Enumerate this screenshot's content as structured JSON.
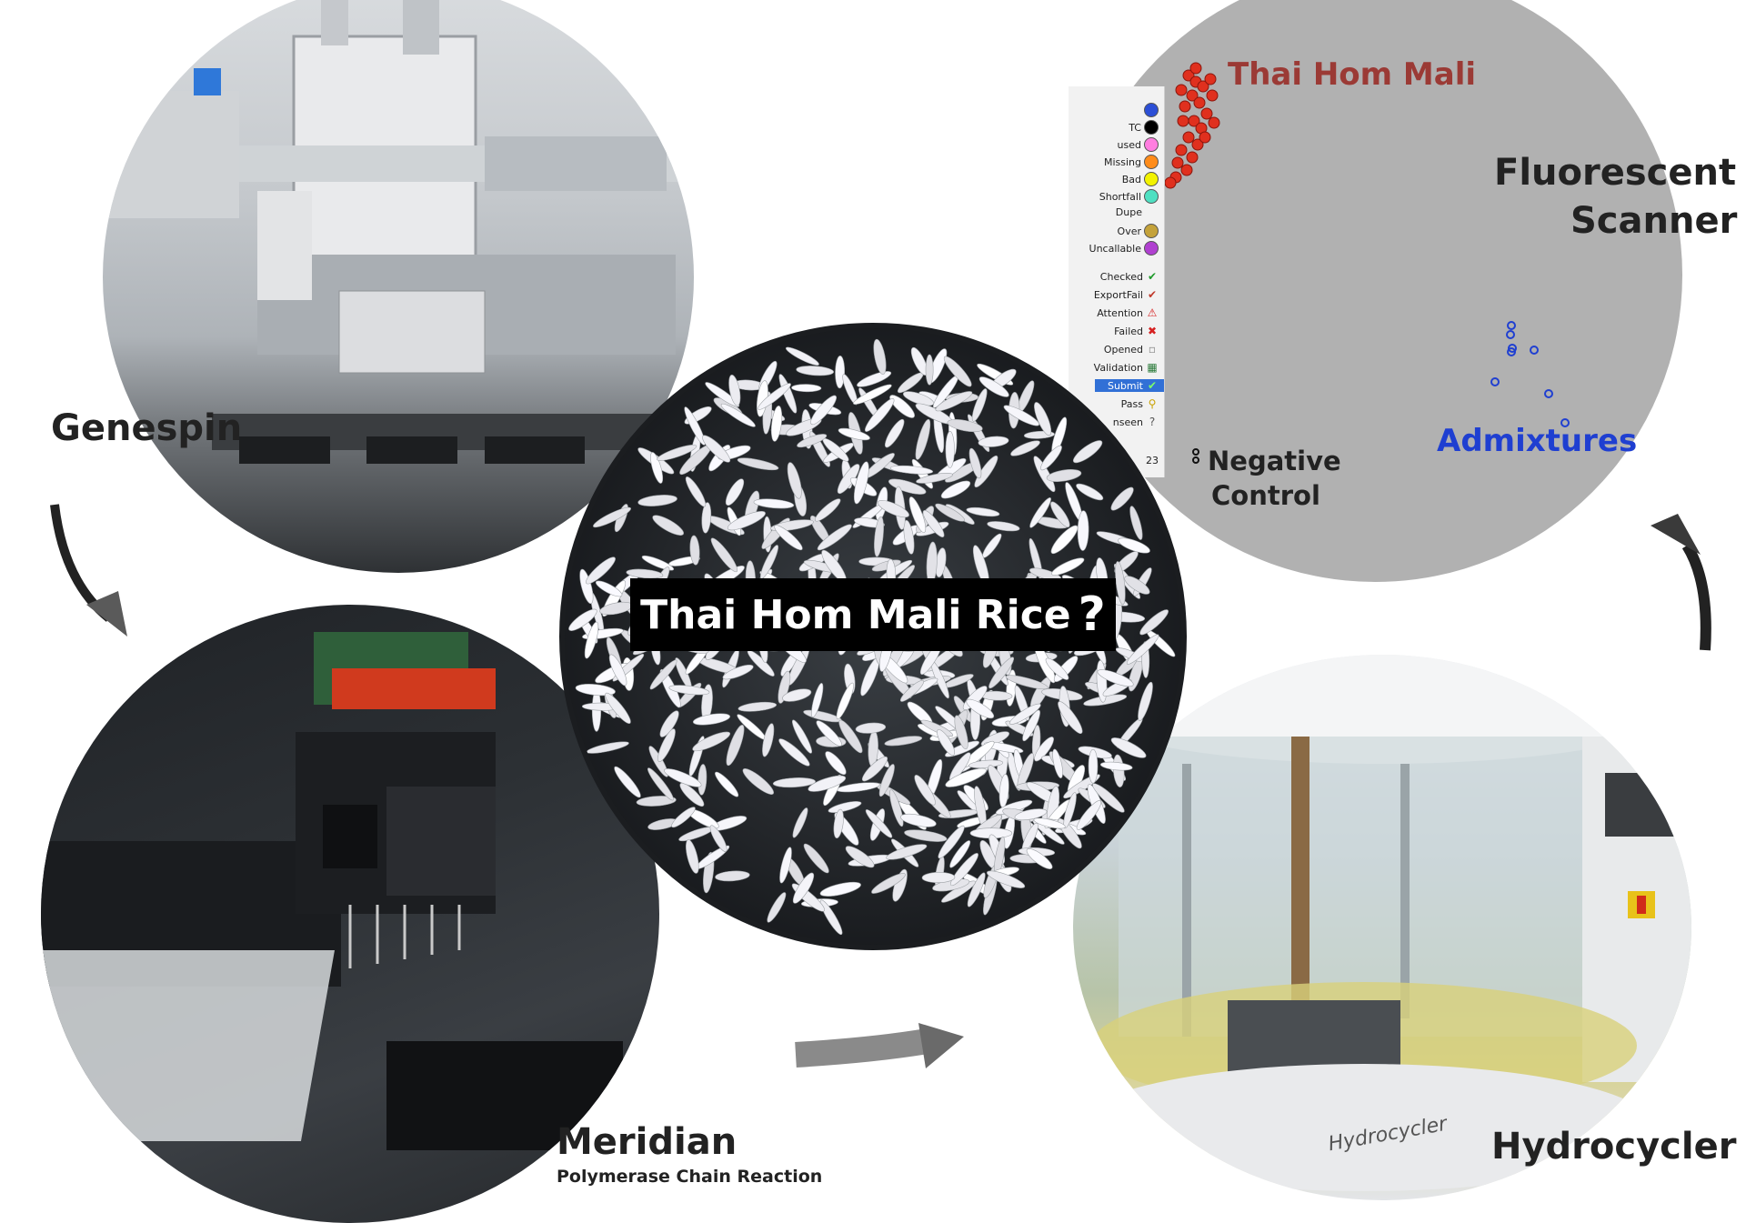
{
  "center": {
    "title": "Thai Hom Mali Rice",
    "question_mark": "?"
  },
  "stations": {
    "genespin": {
      "label": "Genespin"
    },
    "meridian": {
      "label": "Meridian",
      "sublabel": "Polymerase Chain Reaction"
    },
    "hydrocycler": {
      "label": "Hydrocycler",
      "device_text": "Hydrocycler"
    },
    "scanner": {
      "title_line1": "Fluorescent",
      "title_line2": "Scanner"
    }
  },
  "plot": {
    "cluster_label": "Thai Hom Mali",
    "admixtures_label": "Admixtures",
    "negative_control_line1": "Negative",
    "negative_control_line2": "Control",
    "legend_items": [
      {
        "label": "",
        "color": "#2c4fd6"
      },
      {
        "label": "TC",
        "color": "#000000"
      },
      {
        "label": "used",
        "color": "#ff7ee0"
      },
      {
        "label": "Missing",
        "color": "#ff8c1a"
      },
      {
        "label": "Bad",
        "color": "#f3f300"
      },
      {
        "label": "Shortfall",
        "color": "#4fe0c2"
      },
      {
        "label": "Dupe",
        "color": ""
      },
      {
        "label": "Over",
        "color": "#c4a23a"
      },
      {
        "label": "Uncallable",
        "color": "#b040d0"
      }
    ],
    "legend_status": [
      {
        "label": "Checked",
        "icon": "check-icon"
      },
      {
        "label": "ExportFail",
        "icon": "check-fail-icon"
      },
      {
        "label": "Attention",
        "icon": "warning-icon"
      },
      {
        "label": "Failed",
        "icon": "x-icon"
      },
      {
        "label": "Opened",
        "icon": "opened-icon"
      },
      {
        "label": "Validation",
        "icon": "validation-icon"
      },
      {
        "label": "Submit",
        "icon": "submit-icon"
      },
      {
        "label": "Pass",
        "icon": "pass-icon"
      },
      {
        "label": "nseen",
        "icon": "unseen-icon"
      }
    ],
    "legend_footer": "23",
    "colors": {
      "cluster": "#e0301e",
      "admixture": "#1f3fd1",
      "background": "#b1b1b1"
    }
  }
}
